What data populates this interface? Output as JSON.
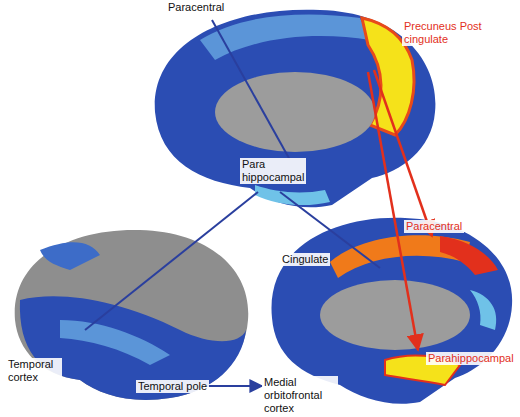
{
  "diagram": {
    "labels": [
      "Paracentral",
      "Precuneus Post cingulate",
      "Para hippocampal",
      "Cingulate",
      "Temporal cortex",
      "Temporal pole",
      "Medial orbitofrontal cortex",
      "Paracentral",
      "Parahippocampal"
    ]
  }
}
